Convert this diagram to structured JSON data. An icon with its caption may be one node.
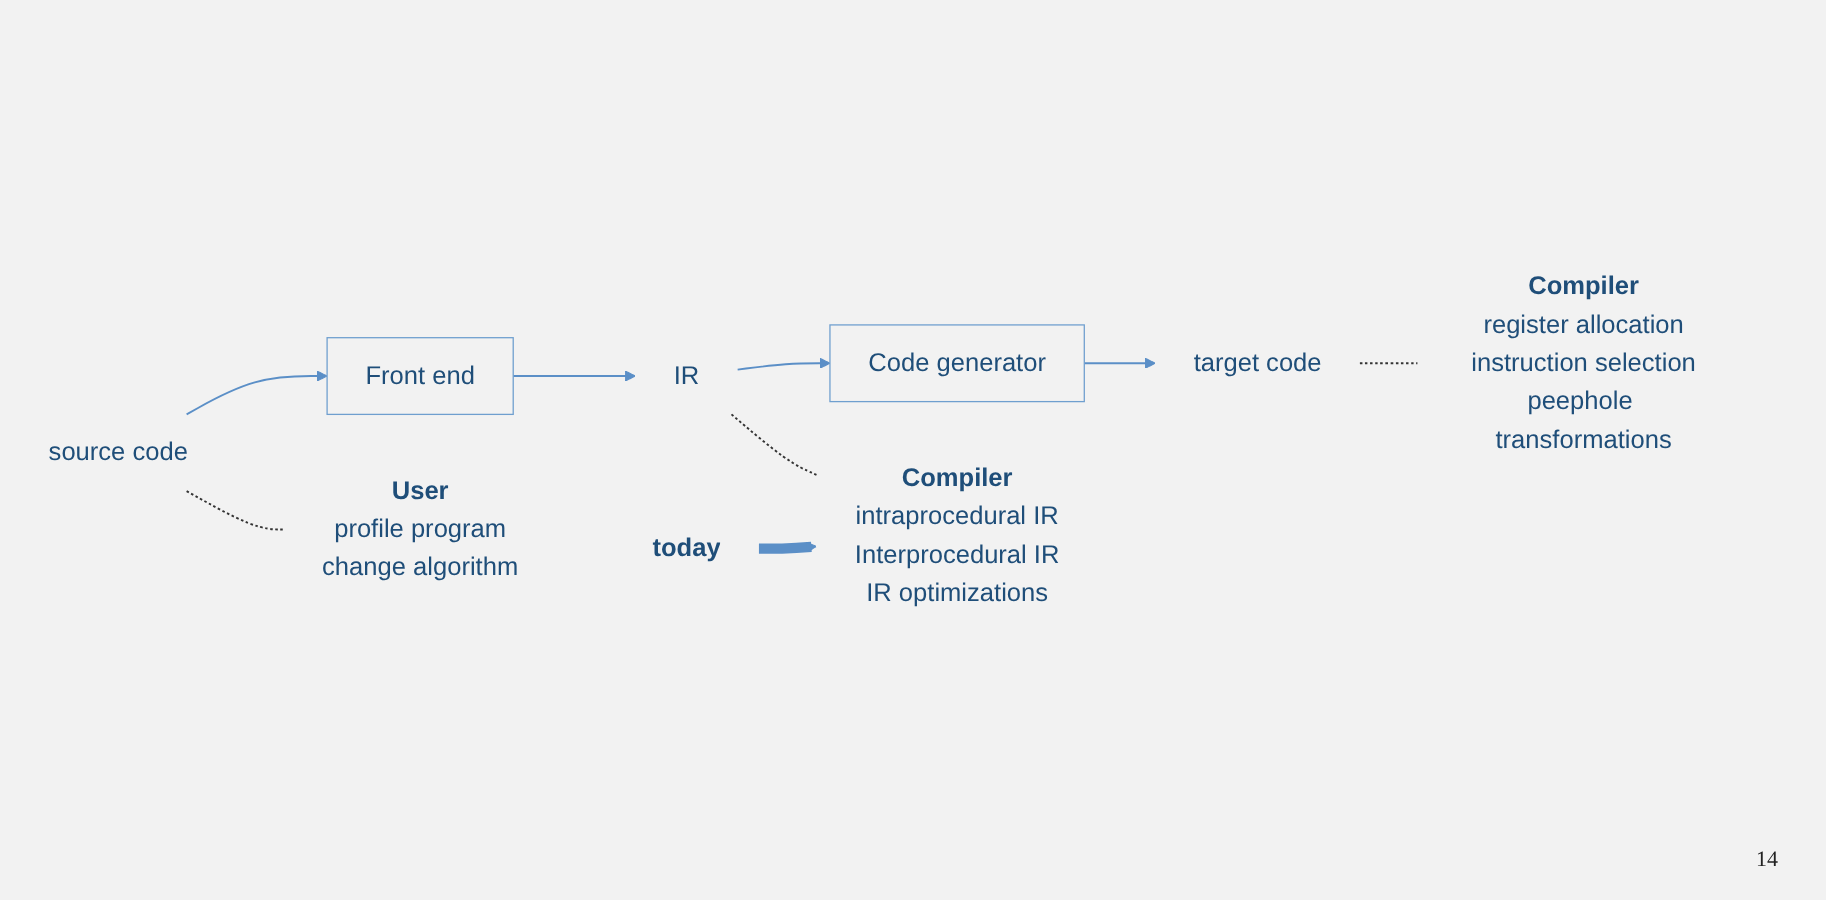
{
  "diagram": {
    "nodes": [
      {
        "text": [
          "source code"
        ]
      },
      {
        "text": [
          "Front end"
        ]
      },
      {
        "text": [
          "IR"
        ]
      },
      {
        "text": [
          "Code generator"
        ]
      },
      {
        "text": [
          "target code"
        ]
      },
      {
        "text": [
          "User",
          "profile program",
          "change algorithm"
        ]
      },
      {
        "text": [
          "Compiler",
          "intraprocedural IR",
          "Interprocedural IR",
          "IR optimizations"
        ]
      },
      {
        "text": [
          "Compiler",
          "register allocation",
          "instruction selection",
          "peephole transformations"
        ]
      },
      {
        "text": [
          "today"
        ]
      }
    ],
    "edges": [
      {
        "from": 0,
        "to": 1,
        "arrow": "to"
      },
      {
        "from": 1,
        "to": 2,
        "arrow": "to"
      },
      {
        "from": 2,
        "to": 3,
        "arrow": "to"
      },
      {
        "from": 3,
        "to": 4,
        "arrow": "to"
      },
      {
        "from": 0,
        "to": 5,
        "arrow": "none",
        "style": "dashed",
        "color": "#333333"
      },
      {
        "from": 2,
        "to": 6,
        "arrow": "none",
        "style": "dashed",
        "color": "#333333"
      },
      {
        "from": 4,
        "to": 7,
        "arrow": "none",
        "style": "dashed",
        "color": "#333333"
      },
      {
        "from": 8,
        "to": 6,
        "arrow": "to",
        "style": "thick"
      }
    ],
    "labels": [
      "14"
    ]
  }
}
